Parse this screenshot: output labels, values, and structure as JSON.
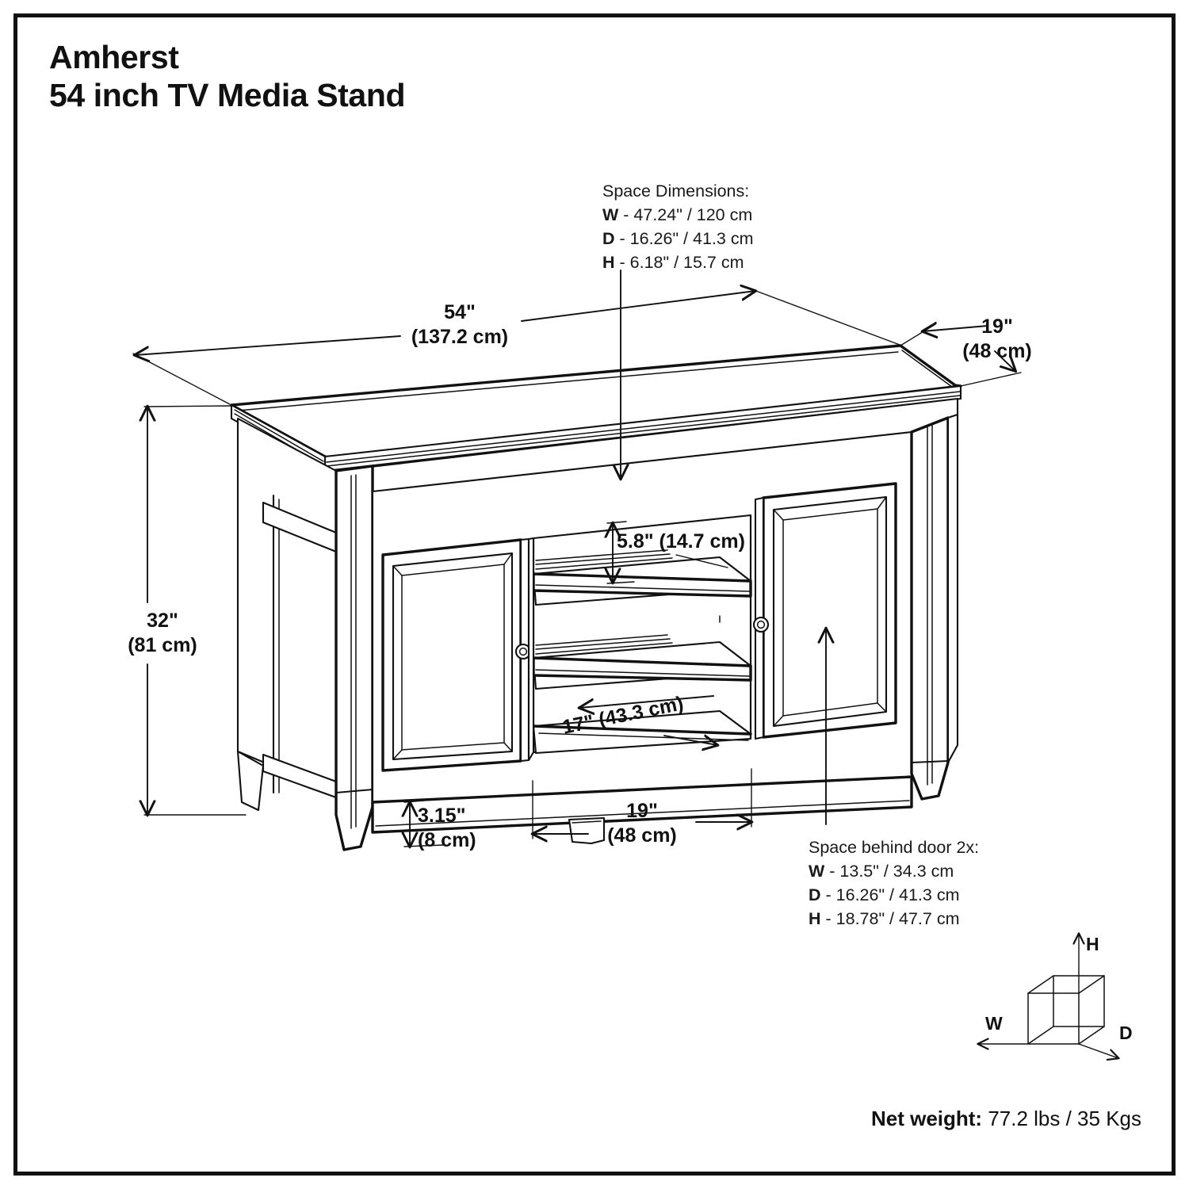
{
  "product": {
    "brand_line": "Amherst",
    "name_line": "54 inch TV Media Stand"
  },
  "callouts": {
    "space_dimensions": {
      "heading": "Space Dimensions:",
      "rows": [
        {
          "key": "W",
          "value": "- 47.24\" / 120 cm"
        },
        {
          "key": "D",
          "value": "- 16.26\" / 41.3 cm"
        },
        {
          "key": "H",
          "value": "- 6.18\" / 15.7 cm"
        }
      ]
    },
    "space_behind_door": {
      "heading": "Space behind door 2x:",
      "rows": [
        {
          "key": "W",
          "value": "- 13.5\" / 34.3 cm"
        },
        {
          "key": "D",
          "value": "- 16.26\" / 41.3 cm"
        },
        {
          "key": "H",
          "value": "- 18.78\" / 47.7 cm"
        }
      ]
    }
  },
  "dimensions": {
    "overall_width": {
      "imperial": "54\"",
      "metric": "(137.2 cm)"
    },
    "overall_depth": {
      "imperial": "19\"",
      "metric": "(48 cm)"
    },
    "overall_height": {
      "imperial": "32\"",
      "metric": "(81 cm)"
    },
    "shelf_opening_height": {
      "combined": "5.8\" (14.7 cm)"
    },
    "shelf_depth": {
      "combined": "17\" (43.3 cm)"
    },
    "leg_clearance": {
      "imperial": "3.15\"",
      "metric": "(8 cm)"
    },
    "center_bay_width": {
      "imperial": "19\"",
      "metric": "(48 cm)"
    }
  },
  "legend": {
    "height_axis": "H",
    "width_axis": "W",
    "depth_axis": "D"
  },
  "net_weight": {
    "label": "Net weight:",
    "value": " 77.2 lbs / 35 Kgs"
  },
  "colors": {
    "line": "#111111",
    "background": "#ffffff",
    "text": "#111111"
  }
}
